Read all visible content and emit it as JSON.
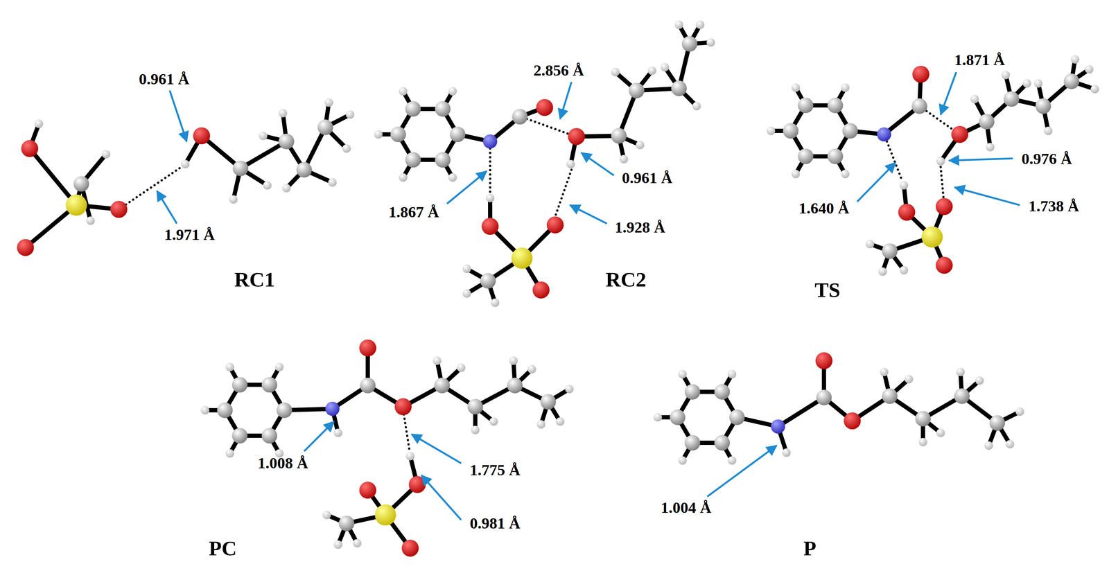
{
  "diagram": {
    "labels": [
      "0.961 Å",
      "1.971 Å",
      "RC1",
      "2.856 Å",
      "1.867 Å",
      "0.961 Å",
      "1.928 Å",
      "RC2",
      "1.871 Å",
      "0.976 Å",
      "1.640 Å",
      "1.738 Å",
      "TS",
      "1.008 Å",
      "1.775 Å",
      "0.981 Å",
      "PC",
      "1.004 Å",
      "P"
    ]
  }
}
